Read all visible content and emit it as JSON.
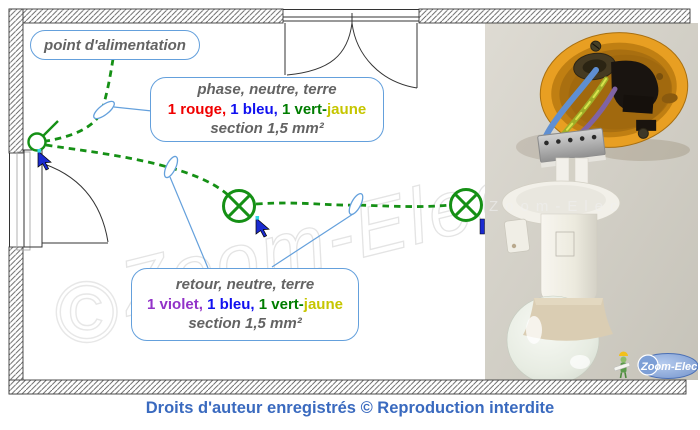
{
  "callouts": {
    "supply_point": {
      "label": "point d'alimentation"
    },
    "supply_cable": {
      "line1": "phase, neutre, terre",
      "wires": [
        {
          "text": "1 rouge, ",
          "color": "red"
        },
        {
          "text": "1 bleu, ",
          "color": "blue"
        },
        {
          "text": "1 vert-",
          "color": "green"
        },
        {
          "text": "jaune",
          "color": "yellow"
        }
      ],
      "line3": "section 1,5 mm²"
    },
    "return_cable": {
      "line1": "retour, neutre, terre",
      "wires": [
        {
          "text": "1 violet, ",
          "color": "purple"
        },
        {
          "text": "1 bleu, ",
          "color": "blue"
        },
        {
          "text": "1 vert-",
          "color": "green"
        },
        {
          "text": "jaune",
          "color": "yellow"
        }
      ],
      "line3": "section 1,5 mm²"
    }
  },
  "footer": {
    "copyright": "Droits d'auteur enregistrés © Reproduction interdite"
  },
  "watermark": {
    "brand": "Zoom-Elec",
    "symbol": "©",
    "photo_overlay": "Zoom-Elec"
  },
  "logo": {
    "label": "Zoom-Elec"
  },
  "palette": {
    "diagram_green": "#159015",
    "callout_border": "#64a0dc",
    "label_gray": "#636363",
    "wire_red": "#f00000",
    "wire_blue": "#1010f0",
    "wire_green": "#007d00",
    "wire_yellow": "#c6c600",
    "wire_purple": "#9232c8",
    "copyright_blue": "#3a6abf",
    "junction_box_orange": "#e89f22"
  }
}
